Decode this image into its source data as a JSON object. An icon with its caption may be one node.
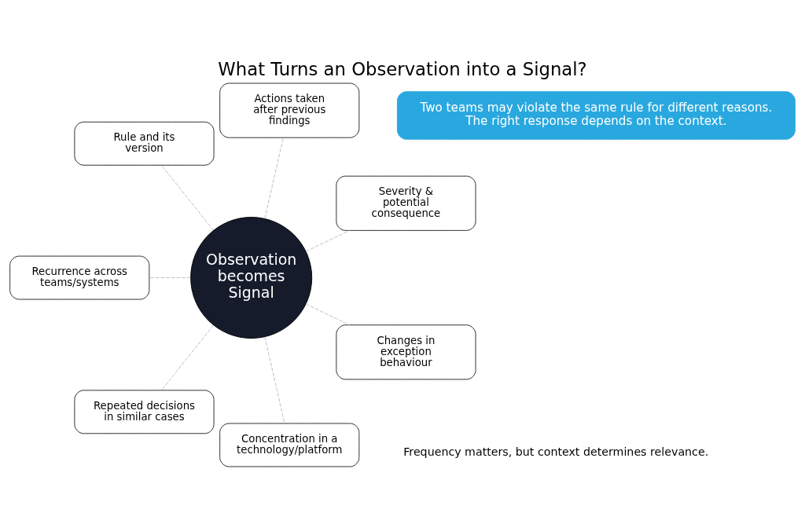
{
  "diagram": {
    "title": "What Turns an Observation into a Signal?",
    "nodes": [
      {
        "text": [
          "Severity & potential consequence"
        ]
      },
      {
        "text": [
          "Actions taken after previous findings"
        ]
      },
      {
        "text": [
          "Rule and its version"
        ]
      },
      {
        "text": [
          "Observation becomes Signal"
        ]
      },
      {
        "text": [
          "Recurrence across teams/systems"
        ]
      },
      {
        "text": [
          "Repeated decisions in similar cases"
        ]
      },
      {
        "text": [
          "Concentration in a technology/platform"
        ]
      },
      {
        "text": [
          "Changes in exception behaviour"
        ]
      },
      {
        "text": [
          "Two teams may violate the same rule for different reasons.",
          "The right response depends on the context."
        ]
      }
    ],
    "edges": [
      {
        "from": 3,
        "to": 0,
        "arrow": "none",
        "style": "dashed"
      },
      {
        "from": 3,
        "to": 1,
        "arrow": "none",
        "style": "dashed"
      },
      {
        "from": 3,
        "to": 2,
        "arrow": "none",
        "style": "dashed"
      },
      {
        "from": 3,
        "to": 4,
        "arrow": "none",
        "style": "dashed"
      },
      {
        "from": 3,
        "to": 5,
        "arrow": "none",
        "style": "dashed"
      },
      {
        "from": 3,
        "to": 6,
        "arrow": "none",
        "style": "dashed"
      },
      {
        "from": 3,
        "to": 7,
        "arrow": "none",
        "style": "dashed"
      }
    ],
    "labels": [
      "Frequency matters, but context determines relevance."
    ]
  }
}
